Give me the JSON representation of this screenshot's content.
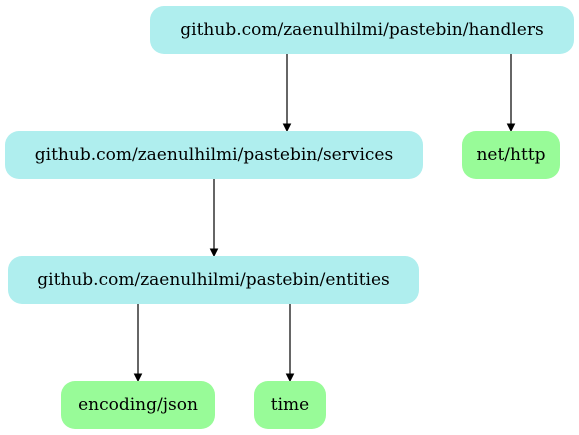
{
  "diagram": {
    "nodes": {
      "handlers": {
        "label": "github.com/zaenulhilmi/pastebin/handlers",
        "kind": "package"
      },
      "services": {
        "label": "github.com/zaenulhilmi/pastebin/services",
        "kind": "package"
      },
      "entities": {
        "label": "github.com/zaenulhilmi/pastebin/entities",
        "kind": "package"
      },
      "net_http": {
        "label": "net/http",
        "kind": "stdlib"
      },
      "encoding_json": {
        "label": "encoding/json",
        "kind": "stdlib"
      },
      "time": {
        "label": "time",
        "kind": "stdlib"
      }
    },
    "edges": [
      {
        "from": "handlers",
        "to": "services"
      },
      {
        "from": "handlers",
        "to": "net_http"
      },
      {
        "from": "services",
        "to": "entities"
      },
      {
        "from": "entities",
        "to": "encoding_json"
      },
      {
        "from": "entities",
        "to": "time"
      }
    ],
    "colors": {
      "package": "#afeeee",
      "stdlib": "#98fb98",
      "edge": "#000000"
    }
  }
}
